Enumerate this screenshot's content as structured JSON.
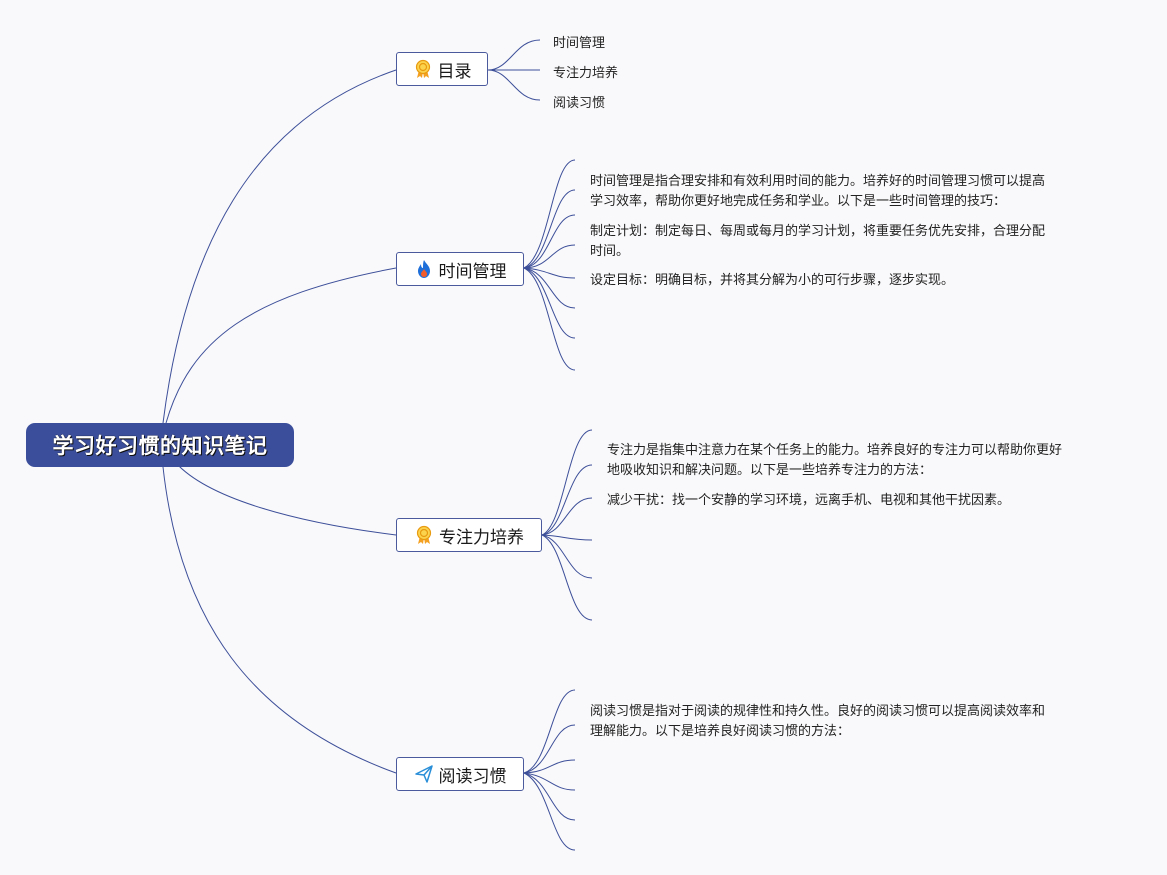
{
  "root": {
    "title": "学习好习惯的知识笔记"
  },
  "branches": {
    "toc": {
      "label": "目录",
      "icon": "ribbon-award-icon",
      "items": [
        "时间管理",
        "专注力培养",
        "阅读习惯"
      ]
    },
    "time": {
      "label": "时间管理",
      "icon": "flame-icon",
      "paragraphs": [
        "时间管理是指合理安排和有效利用时间的能力。培养好的时间管理习惯可以提高\n学习效率，帮助你更好地完成任务和学业。以下是一些时间管理的技巧：",
        "制定计划：制定每日、每周或每月的学习计划，将重要任务优先安排，合理分配\n时间。",
        "设定目标：明确目标，并将其分解为小的可行步骤，逐步实现。"
      ]
    },
    "focus": {
      "label": "专注力培养",
      "icon": "ribbon-award-icon",
      "paragraphs": [
        "专注力是指集中注意力在某个任务上的能力。培养良好的专注力可以帮助你更好\n地吸收知识和解决问题。以下是一些培养专注力的方法：",
        "减少干扰：找一个安静的学习环境，远离手机、电视和其他干扰因素。"
      ]
    },
    "reading": {
      "label": "阅读习惯",
      "icon": "paper-plane-icon",
      "paragraphs": [
        "阅读习惯是指对于阅读的规律性和持久性。良好的阅读习惯可以提高阅读效率和\n理解能力。以下是培养良好阅读习惯的方法："
      ]
    }
  },
  "colors": {
    "root_fill": "#3b4e9b",
    "line": "#3d4f99",
    "background": "#f9f9fb"
  }
}
